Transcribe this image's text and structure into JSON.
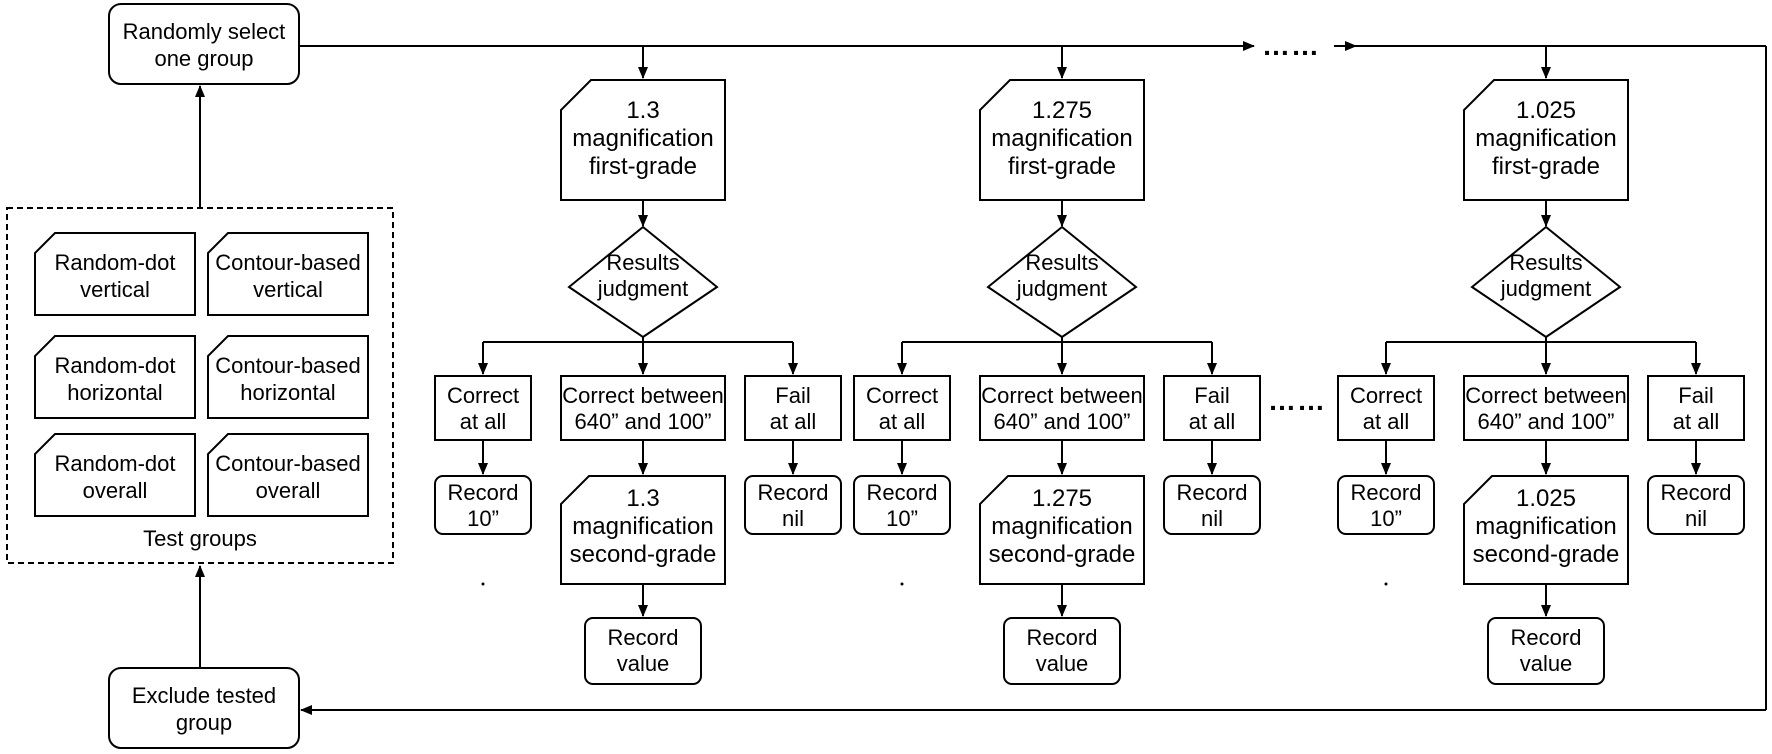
{
  "start": {
    "lines": [
      "Randomly select",
      "one group"
    ]
  },
  "exclude": {
    "lines": [
      "Exclude tested",
      "group"
    ]
  },
  "test_groups": {
    "label": "Test groups",
    "items": [
      [
        "Random-dot",
        "vertical"
      ],
      [
        "Contour-based",
        "vertical"
      ],
      [
        "Random-dot",
        "horizontal"
      ],
      [
        "Contour-based",
        "horizontal"
      ],
      [
        "Random-dot",
        "overall"
      ],
      [
        "Contour-based",
        "overall"
      ]
    ]
  },
  "top_ellipsis": "……",
  "mid_ellipsis": "……",
  "columns": [
    {
      "first_grade": [
        "1.3",
        "magnification",
        "first-grade"
      ],
      "judgment": [
        "Results",
        "judgment"
      ],
      "correct_all": [
        "Correct",
        "at all"
      ],
      "correct_between": [
        "Correct between",
        "640” and 100”"
      ],
      "fail_all": [
        "Fail",
        "at all"
      ],
      "record_10": [
        "Record",
        "10”"
      ],
      "record_nil": [
        "Record",
        "nil"
      ],
      "second_grade": [
        "1.3",
        "magnification",
        "second-grade"
      ],
      "record_value": [
        "Record",
        "value"
      ]
    },
    {
      "first_grade": [
        "1.275",
        "magnification",
        "first-grade"
      ],
      "judgment": [
        "Results",
        "judgment"
      ],
      "correct_all": [
        "Correct",
        "at all"
      ],
      "correct_between": [
        "Correct between",
        "640” and 100”"
      ],
      "fail_all": [
        "Fail",
        "at all"
      ],
      "record_10": [
        "Record",
        "10”"
      ],
      "record_nil": [
        "Record",
        "nil"
      ],
      "second_grade": [
        "1.275",
        "magnification",
        "second-grade"
      ],
      "record_value": [
        "Record",
        "value"
      ]
    },
    {
      "first_grade": [
        "1.025",
        "magnification",
        "first-grade"
      ],
      "judgment": [
        "Results",
        "judgment"
      ],
      "correct_all": [
        "Correct",
        "at all"
      ],
      "correct_between": [
        "Correct between",
        "640” and 100”"
      ],
      "fail_all": [
        "Fail",
        "at all"
      ],
      "record_10": [
        "Record",
        "10”"
      ],
      "record_nil": [
        "Record",
        "nil"
      ],
      "second_grade": [
        "1.025",
        "magnification",
        "second-grade"
      ],
      "record_value": [
        "Record",
        "value"
      ]
    }
  ]
}
